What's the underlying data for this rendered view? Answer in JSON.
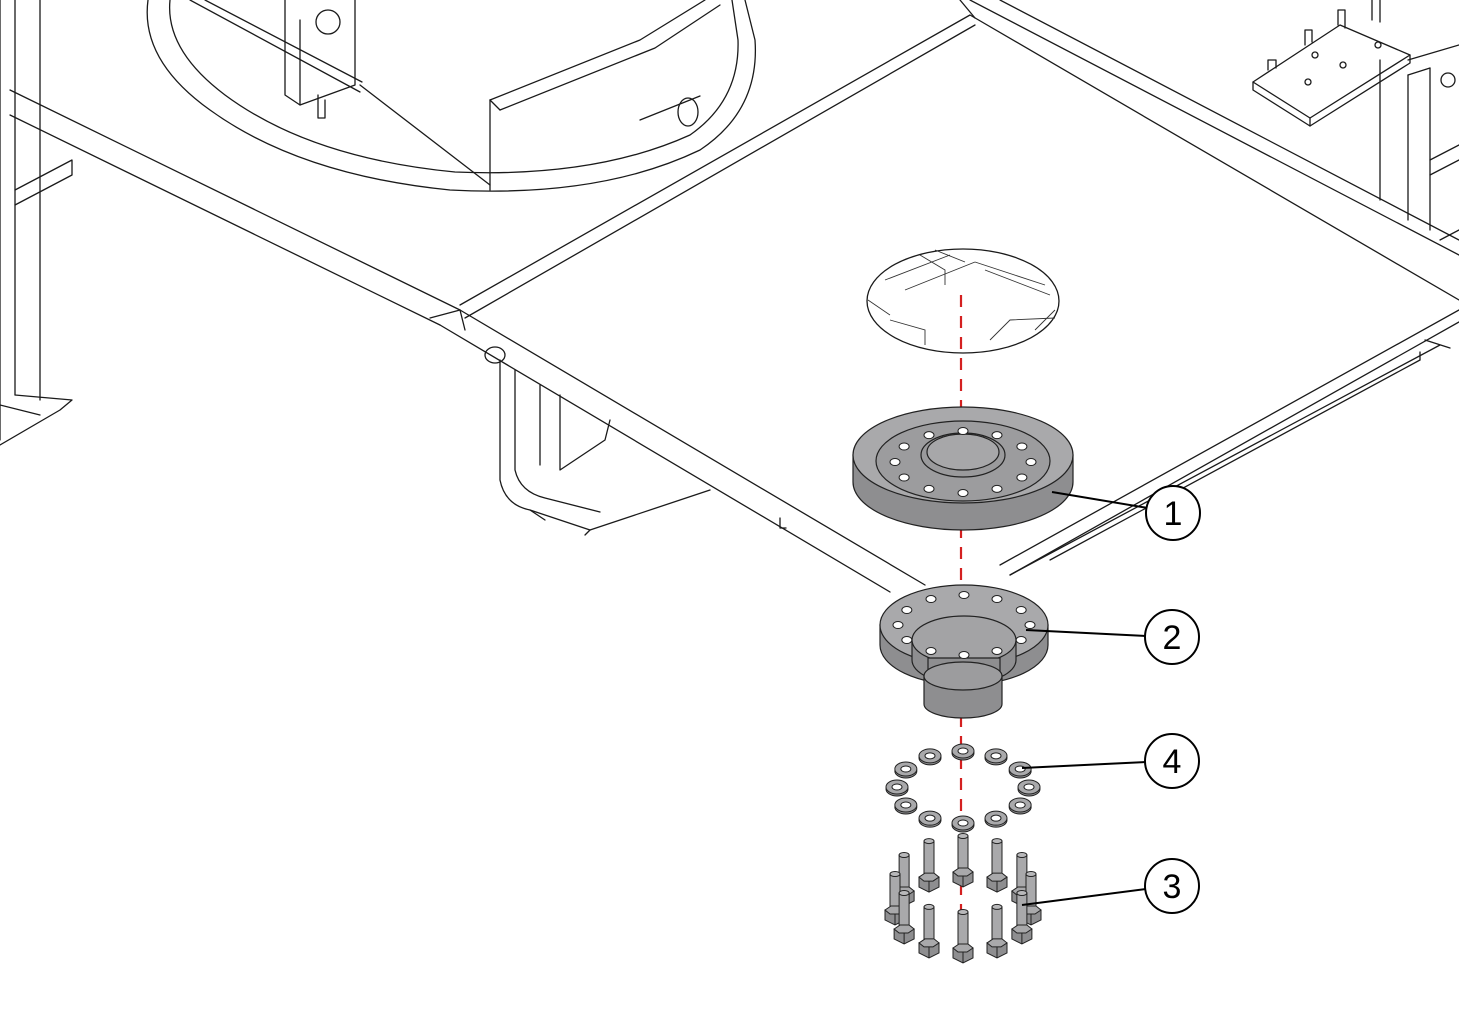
{
  "diagram": {
    "callouts": [
      {
        "id": "c1",
        "label": "1",
        "part": "bearing-plate"
      },
      {
        "id": "c2",
        "label": "2",
        "part": "flanged-hub"
      },
      {
        "id": "c4",
        "label": "4",
        "part": "washer-ring"
      },
      {
        "id": "c3",
        "label": "3",
        "part": "bolt-set"
      }
    ],
    "colors": {
      "line": "#1a1a1a",
      "part_fill": "#a9a9ab",
      "part_shadow": "#8e8e90",
      "centerline": "#d42020"
    },
    "counts": {
      "washers": 12,
      "bolts": 12,
      "hub_holes": 12
    }
  }
}
